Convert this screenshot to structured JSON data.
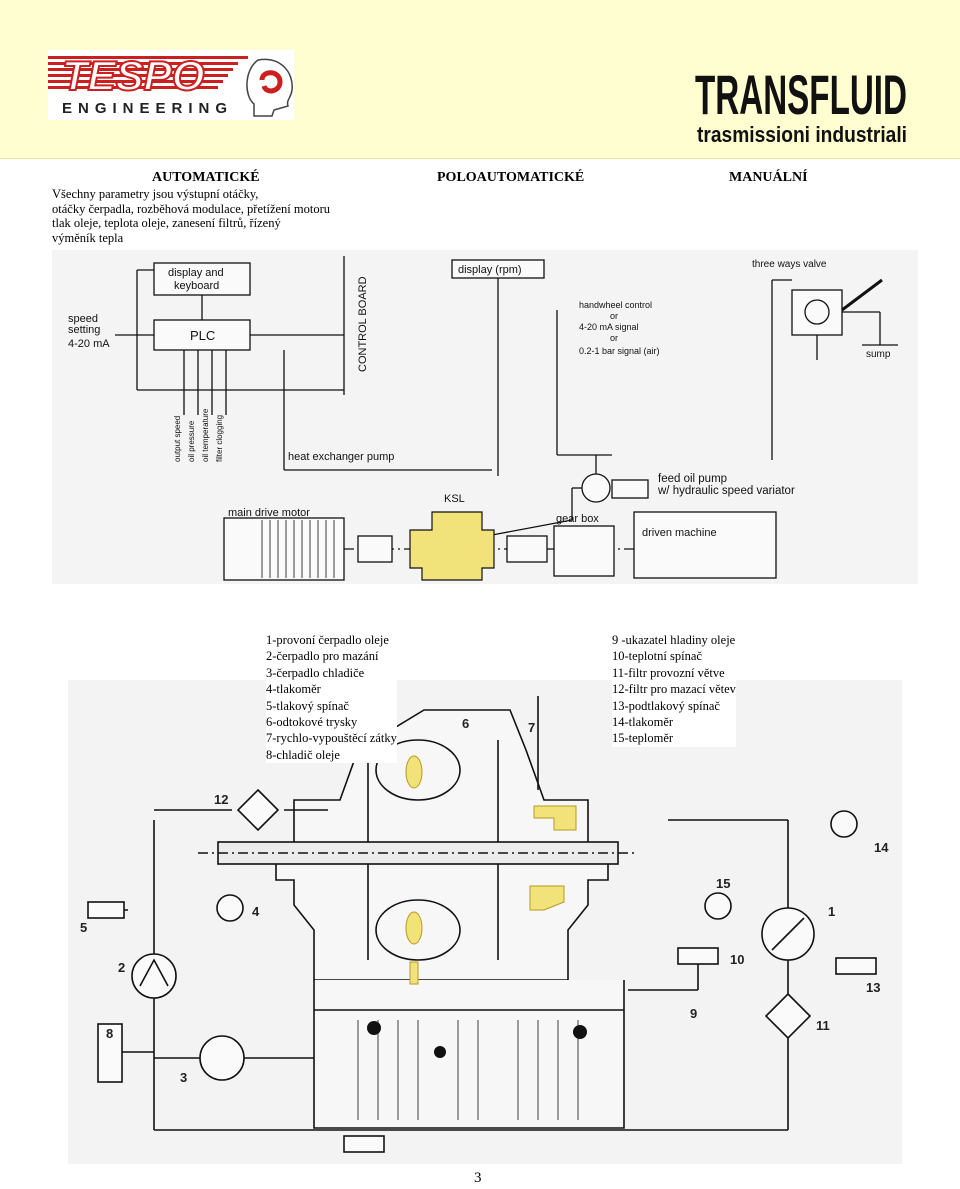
{
  "header": {
    "tespo_logo_text": "TESPO",
    "tespo_logo_sub": "ENGINEERING",
    "transfluid_logo_text": "TRANSFLUID",
    "transfluid_logo_sub": "trasmissioni industriali",
    "colors": {
      "band": "#fffed0",
      "tespo_red": "#cc1f1f",
      "transfluid_black": "#111111"
    }
  },
  "columns": {
    "automatic": {
      "title": "AUTOMATICKÉ",
      "lines": [
        "Všechny parametry jsou výstupní otáčky,",
        "otáčky čerpadla, rozběhová modulace, přetížení motoru",
        "tlak oleje, teplota oleje, zanesení filtrů, řízený",
        "výměník tepla"
      ]
    },
    "semiautomatic": {
      "title": "POLOAUTOMATICKÉ"
    },
    "manual": {
      "title": "MANUÁLNÍ"
    }
  },
  "top_diagram": {
    "display_keyboard": [
      "display and",
      "keyboard"
    ],
    "plc": "PLC",
    "control_board": "CONTROL BOARD",
    "speed_setting": [
      "speed",
      "setting"
    ],
    "speed_signal": "4-20 mA",
    "display_rpm": "display (rpm)",
    "three_ways_valve": "three ways valve",
    "handwheel_options": [
      "handwheel control",
      "or",
      "4-20 mA signal",
      "or",
      "0.2-1 bar signal (air)"
    ],
    "sump": "sump",
    "sensors": [
      "output speed",
      "oil pressure",
      "oil temperature",
      "filter clogging"
    ],
    "heat_exchanger_pump": "heat exchanger pump",
    "feed_oil_pump": [
      "feed oil pump",
      "w/ hydraulic speed variator"
    ],
    "ksl": "KSL",
    "main_drive_motor": "main drive motor",
    "gear_box": "gear box",
    "driven_machine": "driven machine"
  },
  "legend_left": [
    "1-provoní čerpadlo oleje",
    "2-čerpadlo pro mazání",
    "3-čerpadlo chladiče",
    "4-tlakoměr",
    "5-tlakový spínač",
    "6-odtokové trysky",
    "7-rychlo-vypouštěcí zátky",
    "8-chladič oleje"
  ],
  "legend_right": [
    "9 -ukazatel hladiny oleje",
    "10-teplotní spínač",
    "11-filtr provozní větve",
    "12-filtr pro mazací větev",
    "13-podtlakový spínač",
    "14-tlakoměr",
    "15-teploměr"
  ],
  "bottom_diagram": {
    "callouts": [
      "1",
      "2",
      "3",
      "4",
      "5",
      "6",
      "7",
      "8",
      "9",
      "10",
      "11",
      "12",
      "13",
      "14",
      "15"
    ]
  },
  "page_number": "3"
}
